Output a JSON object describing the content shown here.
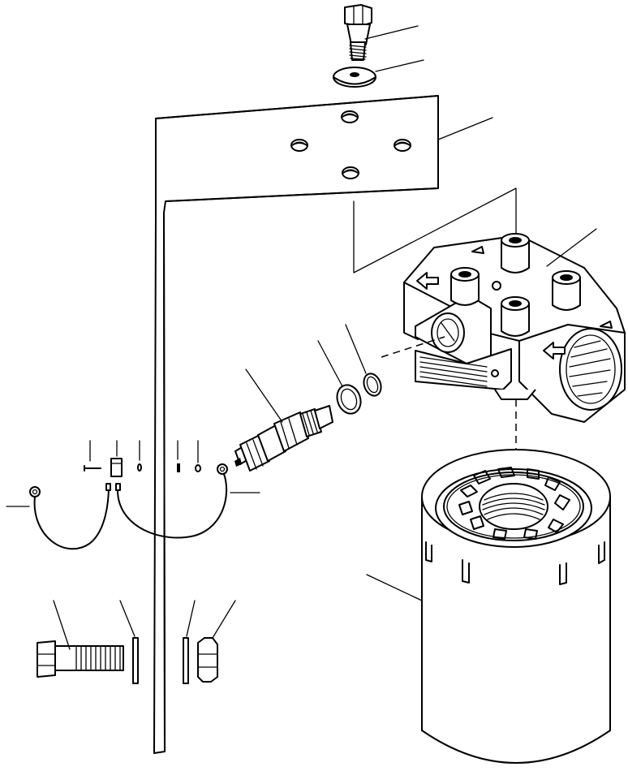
{
  "diagram": {
    "type": "exploded-parts-view",
    "line_color": "#000000",
    "background": "#ffffff",
    "parts": [
      {
        "id": "bolt-top",
        "icon": "bolt-icon"
      },
      {
        "id": "washer-top",
        "icon": "washer-icon"
      },
      {
        "id": "mounting-bracket",
        "icon": "bracket-icon"
      },
      {
        "id": "filter-head",
        "icon": "filter-head-icon"
      },
      {
        "id": "o-ring-large",
        "icon": "o-ring-icon"
      },
      {
        "id": "o-ring-small",
        "icon": "o-ring-icon"
      },
      {
        "id": "pressure-switch",
        "icon": "switch-icon"
      },
      {
        "id": "connector-kit",
        "icon": "connector-icon"
      },
      {
        "id": "wire-harness",
        "icon": "wire-icon"
      },
      {
        "id": "filter-cartridge",
        "icon": "filter-cartridge-icon"
      },
      {
        "id": "bolt-lower",
        "icon": "bolt-icon"
      },
      {
        "id": "washer-lower-left",
        "icon": "washer-icon"
      },
      {
        "id": "washer-lower-right",
        "icon": "washer-icon"
      },
      {
        "id": "hex-nut",
        "icon": "nut-icon"
      }
    ]
  }
}
